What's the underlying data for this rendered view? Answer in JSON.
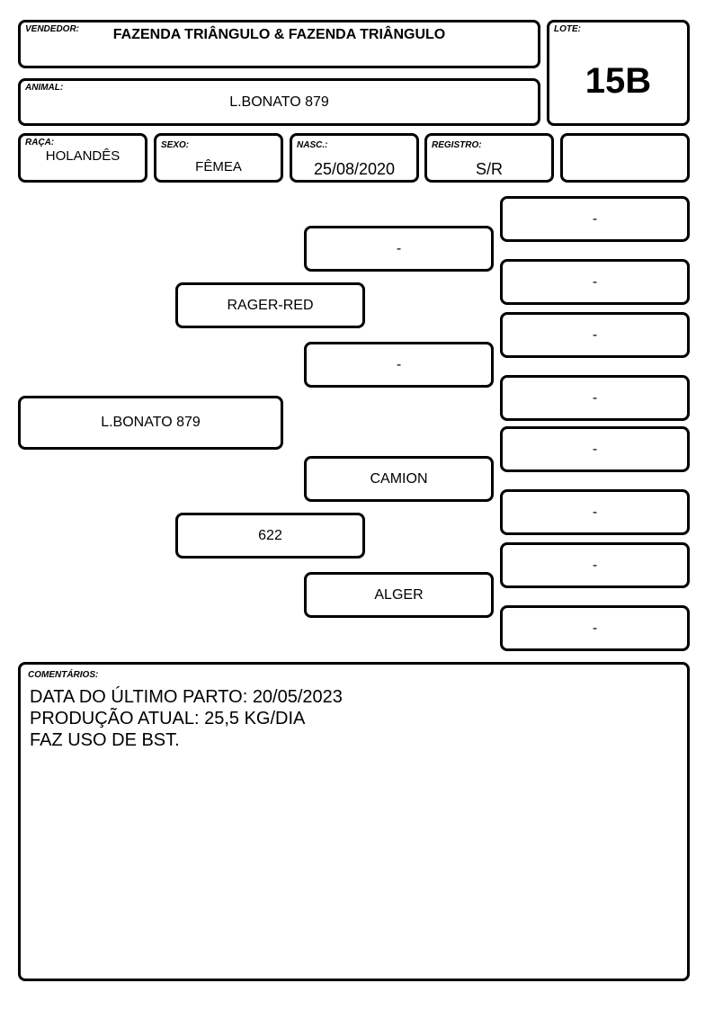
{
  "header": {
    "seller_label": "VENDEDOR:",
    "seller": "FAZENDA TRIÂNGULO & FAZENDA TRIÂNGULO",
    "lot_label": "LOTE:",
    "lot": "15B",
    "animal_label": "ANIMAL:",
    "animal": "L.BONATO 879"
  },
  "details": {
    "breed_label": "RAÇA:",
    "breed": "HOLANDÊS",
    "sex_label": "SEXO:",
    "sex": "FÊMEA",
    "birth_label": "NASC.:",
    "birth": "25/08/2020",
    "registry_label": "REGISTRO:",
    "registry": "S/R",
    "extra": ""
  },
  "pedigree": {
    "animal": "L.BONATO 879",
    "sire": "RAGER-RED",
    "dam": "622",
    "sire_sire": "-",
    "sire_dam": "-",
    "dam_sire": "CAMION",
    "dam_dam": "ALGER",
    "ggp": [
      "-",
      "-",
      "-",
      "-",
      "-",
      "-",
      "-",
      "-"
    ]
  },
  "comments": {
    "label": "COMENTÁRIOS:",
    "lines": [
      "DATA DO ÚLTIMO PARTO: 20/05/2023",
      "PRODUÇÃO ATUAL: 25,5 KG/DIA",
      "FAZ USO DE BST."
    ]
  }
}
